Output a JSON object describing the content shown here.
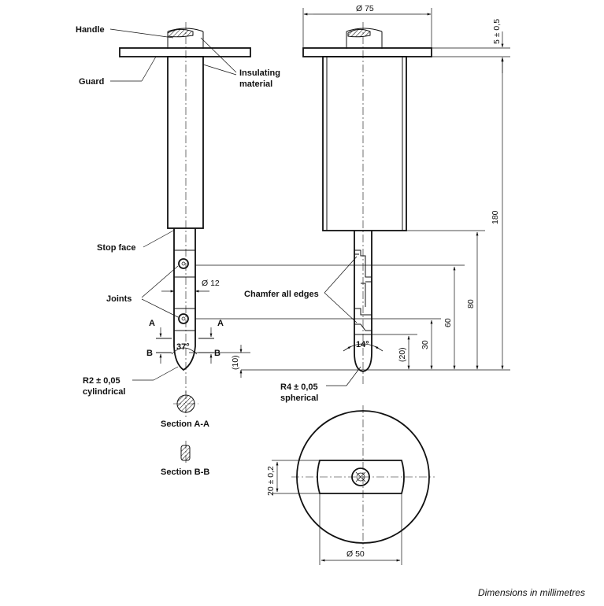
{
  "labels": {
    "handle": "Handle",
    "guard": "Guard",
    "insulating_1": "Insulating",
    "insulating_2": "material",
    "stop_face": "Stop face",
    "joints": "Joints",
    "chamfer": "Chamfer all edges",
    "r2_1": "R2 ± 0,05",
    "r2_2": "cylindrical",
    "r4_1": "R4 ± 0,05",
    "r4_2": "spherical",
    "section_aa": "Section A-A",
    "section_bb": "Section B-B",
    "mark_a": "A",
    "mark_b": "B"
  },
  "dimensions": {
    "d75": "Ø 75",
    "tol5": "5 ± 0,5",
    "d180": "180",
    "d80": "80",
    "d60": "60",
    "d30": "30",
    "d20p": "(20)",
    "d10p": "(10)",
    "d12": "Ø 12",
    "a37": "37°",
    "a14": "14°",
    "d20tol": "20 ± 0,2",
    "d50": "Ø 50"
  },
  "footnote": "Dimensions in millimetres"
}
